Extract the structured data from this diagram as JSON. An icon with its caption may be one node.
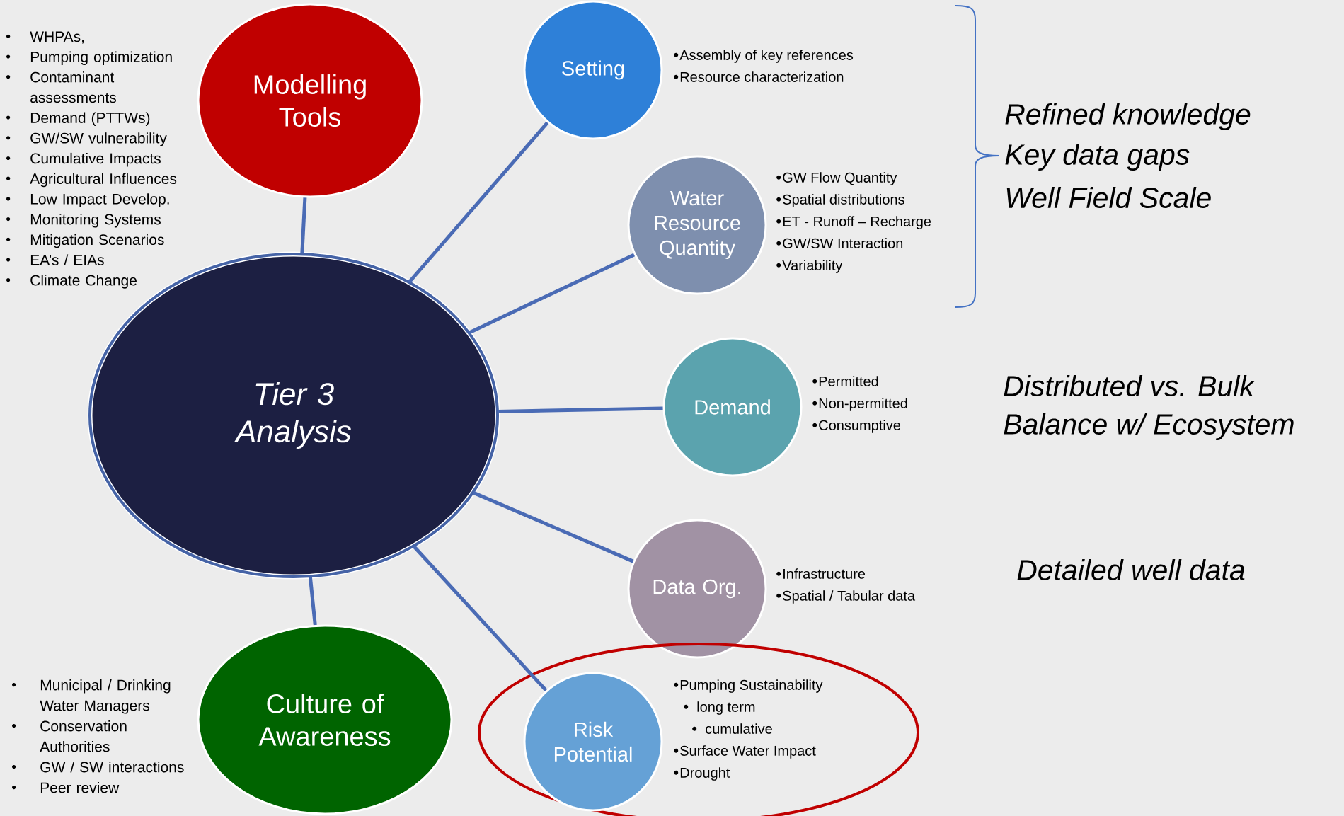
{
  "diagram": {
    "nodes": [
      {
        "text": [
          "Modelling Tools"
        ],
        "beside": [
          "WHPAs,",
          "Pumping optimization",
          "Contaminant assessments",
          "Demand (PTTWs)",
          "GW/SW vulnerability",
          "Cumulative Impacts",
          "Agricultural Influences",
          "Low Impact Develop.",
          "Monitoring Systems",
          "Mitigation Scenarios",
          "EA’s / EIAs"
        ]
      },
      {
        "text": [
          "Setting"
        ],
        "beside": [
          "Assembly of key references",
          "Resource characterization"
        ]
      },
      {
        "text": [
          "Tier 3 Analysis"
        ]
      },
      {
        "text": [
          "Water Resource Quantity"
        ],
        "beside": [
          "GW Flow Quantity",
          "Spatial distributions",
          "ET - Runoff – Recharge",
          "GW/SW Interaction",
          "Variability"
        ]
      },
      {
        "text": [
          "Demand"
        ],
        "beside": [
          "Permitted",
          "Non-permitted",
          "Consumptive"
        ]
      },
      {
        "text": [
          "Data Org."
        ],
        "beside": [
          "Infrastructure",
          "Spatial / Tabular data"
        ]
      },
      {
        "text": [
          "Culture of Awareness"
        ],
        "beside": [
          "Municipal / Drinking Water Managers",
          "Conservation Authorities",
          "GW / SW interactions",
          "Peer review"
        ]
      },
      {
        "text": [],
        "shape": "circle"
      },
      {
        "text": [
          "Risk Potential"
        ],
        "in": 7,
        "beside": [
          "Pumping Sustainability",
          "long term",
          "cumulative",
          "Surface Water Impact",
          "Drought"
        ]
      }
    ],
    "edges": [
      {
        "from": 2,
        "to": 0,
        "arrow": "none"
      },
      {
        "from": 2,
        "to": 1,
        "arrow": "none"
      },
      {
        "from": 2,
        "to": 3,
        "arrow": "none"
      },
      {
        "from": 2,
        "to": 4,
        "arrow": "none"
      },
      {
        "from": 2,
        "to": 5,
        "arrow": "none"
      },
      {
        "from": 2,
        "to": 6,
        "arrow": "none"
      },
      {
        "from": 2,
        "to": 8,
        "arrow": "none"
      }
    ],
    "labels": [
      "Climate Change",
      "Refined knowledge",
      "Key data gaps",
      "Well Field Scale",
      "Distributed vs. Bulk",
      "Balance w/ Ecosystem",
      "Detailed well data"
    ]
  }
}
